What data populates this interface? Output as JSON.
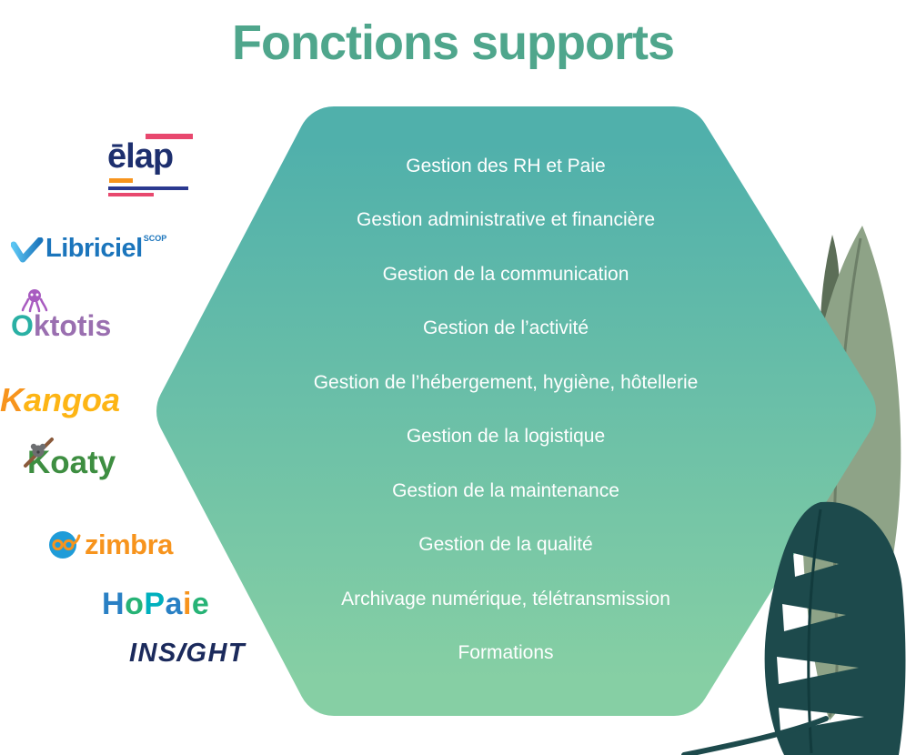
{
  "title": "Fonctions supports",
  "title_color": "#4fa68c",
  "hexagon": {
    "items": [
      "Gestion des RH et Paie",
      "Gestion administrative et financière",
      "Gestion de la communication",
      "Gestion de l’activité",
      "Gestion de l’hébergement, hygiène, hôtellerie",
      "Gestion de la logistique",
      "Gestion de la maintenance",
      "Gestion de la qualité",
      "Archivage numérique, télétransmission",
      "Formations"
    ],
    "gradient_top": "#50b0ab",
    "gradient_bottom": "#86cfa4",
    "text_color": "#ffffff"
  },
  "logos": {
    "elap": {
      "text": "ēlap",
      "color": "#1d2f6e",
      "accent_pink": "#e8486e",
      "accent_orange": "#f7941d"
    },
    "libriciel": {
      "text": "Libriciel",
      "suffix": "SCOP",
      "color": "#1b75bc"
    },
    "oktotis": {
      "first": "O",
      "rest": "ktotis",
      "first_color": "#2ab0a4",
      "rest_color": "#9a6fb0"
    },
    "kangoa": {
      "first": "K",
      "rest": "angoa",
      "first_color": "#f7941d",
      "rest_color": "#fdb515"
    },
    "koaty": {
      "text": "Koaty",
      "color": "#3e8e41"
    },
    "zimbra": {
      "text": "zimbra",
      "color": "#f7941d",
      "icon_color": "#1f9cd8"
    },
    "hopaie": {
      "letters": [
        "H",
        "o",
        "P",
        "a",
        "i",
        "e"
      ],
      "letter_colors": [
        "#2980c4",
        "#27b376",
        "#00b0bd",
        "#2980c4",
        "#f7941d",
        "#27b376"
      ]
    },
    "insight": {
      "pre": "INS",
      "mid": "I",
      "post": "GHT",
      "color": "#1b2a5c"
    }
  },
  "decor": {
    "leaf_back_color": "#8ea387",
    "leaf_front_color": "#1d4a4c"
  }
}
